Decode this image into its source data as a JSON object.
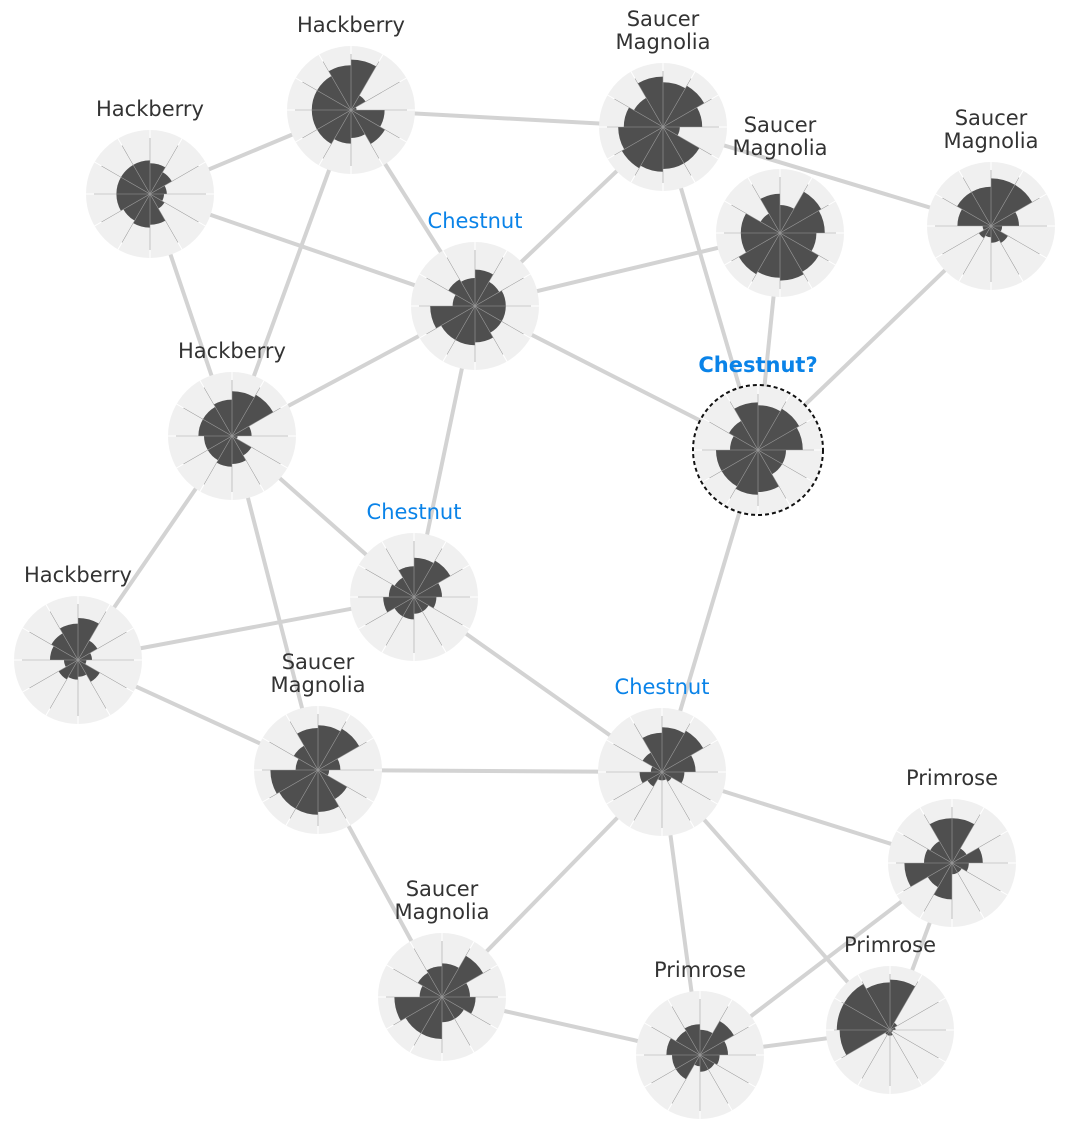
{
  "colors": {
    "edge": "#d3d3d3",
    "node_bg": "#f0f0f0",
    "wedge": "#4f4f4f",
    "label_default": "#333333",
    "label_highlight": "#0a83e8",
    "target_ring": "#111111"
  },
  "nodes": [
    {
      "id": "hb1",
      "label": [
        "Hackberry"
      ],
      "kind": "plain",
      "wedges": [
        0.55,
        0.45,
        0.3,
        0.25,
        0.3,
        0.55,
        0.6,
        0.55,
        0.6,
        0.6,
        0.6,
        0.6
      ]
    },
    {
      "id": "hb2",
      "label": [
        "Hackberry"
      ],
      "kind": "plain",
      "wedges": [
        0.9,
        0.3,
        0.1,
        0.6,
        0.7,
        0.5,
        0.6,
        0.7,
        0.7,
        0.7,
        0.7,
        0.8
      ]
    },
    {
      "id": "sm1",
      "label": [
        "Saucer",
        "Magnolia"
      ],
      "kind": "plain",
      "wedges": [
        0.8,
        0.85,
        0.7,
        0.3,
        0.75,
        0.75,
        0.8,
        0.85,
        0.8,
        0.7,
        0.6,
        0.9
      ]
    },
    {
      "id": "sm2",
      "label": [
        "Saucer",
        "Magnolia"
      ],
      "kind": "plain",
      "wedges": [
        0.5,
        0.85,
        0.8,
        0.65,
        0.8,
        0.85,
        0.8,
        0.85,
        0.7,
        0.7,
        0.4,
        0.7
      ]
    },
    {
      "id": "sm3",
      "label": [
        "Saucer",
        "Magnolia"
      ],
      "kind": "plain",
      "wedges": [
        0.85,
        0.85,
        0.5,
        0.2,
        0.35,
        0.3,
        0.2,
        0.25,
        0.15,
        0.6,
        0.7,
        0.7
      ]
    },
    {
      "id": "ch1",
      "label": [
        "Chestnut"
      ],
      "kind": "labeled",
      "wedges": [
        0.65,
        0.5,
        0.55,
        0.55,
        0.55,
        0.65,
        0.7,
        0.7,
        0.8,
        0.4,
        0.55,
        0.5
      ]
    },
    {
      "id": "hb3",
      "label": [
        "Hackberry"
      ],
      "kind": "plain",
      "wedges": [
        0.8,
        0.85,
        0.35,
        0.1,
        0.4,
        0.5,
        0.55,
        0.5,
        0.5,
        0.6,
        0.6,
        0.65
      ]
    },
    {
      "id": "target",
      "label": [
        "Chestnut?"
      ],
      "kind": "target",
      "wedges": [
        0.8,
        0.85,
        0.8,
        0.5,
        0.5,
        0.75,
        0.8,
        0.75,
        0.75,
        0.5,
        0.6,
        0.85
      ]
    },
    {
      "id": "ch2",
      "label": [
        "Chestnut"
      ],
      "kind": "labeled",
      "wedges": [
        0.7,
        0.75,
        0.5,
        0.4,
        0.3,
        0.3,
        0.4,
        0.4,
        0.55,
        0.45,
        0.4,
        0.55
      ]
    },
    {
      "id": "hb4",
      "label": [
        "Hackberry"
      ],
      "kind": "plain",
      "wedges": [
        0.75,
        0.4,
        0.25,
        0.15,
        0.45,
        0.3,
        0.35,
        0.4,
        0.25,
        0.5,
        0.55,
        0.65
      ]
    },
    {
      "id": "sm4",
      "label": [
        "Saucer",
        "Magnolia"
      ],
      "kind": "plain",
      "wedges": [
        0.8,
        0.85,
        0.4,
        0.2,
        0.6,
        0.75,
        0.8,
        0.8,
        0.85,
        0.4,
        0.5,
        0.75
      ]
    },
    {
      "id": "ch3",
      "label": [
        "Chestnut"
      ],
      "kind": "labeled",
      "wedges": [
        0.8,
        0.85,
        0.6,
        0.4,
        0.2,
        0.15,
        0.15,
        0.3,
        0.4,
        0.2,
        0.4,
        0.7
      ]
    },
    {
      "id": "pr1",
      "label": [
        "Primrose"
      ],
      "kind": "plain",
      "wedges": [
        0.8,
        0.3,
        0.55,
        0.3,
        0.2,
        0.2,
        0.65,
        0.5,
        0.85,
        0.5,
        0.45,
        0.8
      ]
    },
    {
      "id": "sm5",
      "label": [
        "Saucer",
        "Magnolia"
      ],
      "kind": "plain",
      "wedges": [
        0.6,
        0.85,
        0.5,
        0.6,
        0.45,
        0.45,
        0.75,
        0.75,
        0.85,
        0.4,
        0.5,
        0.55
      ]
    },
    {
      "id": "pr2",
      "label": [
        "Primrose"
      ],
      "kind": "plain",
      "wedges": [
        0.45,
        0.7,
        0.5,
        0.35,
        0.3,
        0.3,
        0.2,
        0.5,
        0.5,
        0.6,
        0.5,
        0.55
      ]
    },
    {
      "id": "pr3",
      "label": [
        "Primrose"
      ],
      "kind": "plain",
      "wedges": [
        0.9,
        0.15,
        0.1,
        0.05,
        0.05,
        0.1,
        0.1,
        0.1,
        0.9,
        0.95,
        0.95,
        0.85
      ]
    }
  ],
  "edges": [
    [
      "hb1",
      "hb2"
    ],
    [
      "hb1",
      "ch1"
    ],
    [
      "hb1",
      "hb3"
    ],
    [
      "hb2",
      "sm1"
    ],
    [
      "hb2",
      "ch1"
    ],
    [
      "hb2",
      "hb3"
    ],
    [
      "sm1",
      "ch1"
    ],
    [
      "sm1",
      "sm3"
    ],
    [
      "sm1",
      "target"
    ],
    [
      "sm2",
      "ch1"
    ],
    [
      "sm2",
      "target"
    ],
    [
      "sm3",
      "target"
    ],
    [
      "ch1",
      "hb3"
    ],
    [
      "ch1",
      "ch2"
    ],
    [
      "ch1",
      "target"
    ],
    [
      "hb3",
      "ch2"
    ],
    [
      "hb3",
      "hb4"
    ],
    [
      "hb3",
      "sm4"
    ],
    [
      "target",
      "ch3"
    ],
    [
      "ch2",
      "hb4"
    ],
    [
      "ch2",
      "ch3"
    ],
    [
      "hb4",
      "sm4"
    ],
    [
      "sm4",
      "ch3"
    ],
    [
      "sm4",
      "sm5"
    ],
    [
      "ch3",
      "pr1"
    ],
    [
      "ch3",
      "sm5"
    ],
    [
      "ch3",
      "pr2"
    ],
    [
      "ch3",
      "pr3"
    ],
    [
      "pr1",
      "pr2"
    ],
    [
      "pr1",
      "pr3"
    ],
    [
      "sm5",
      "pr2"
    ],
    [
      "pr2",
      "pr3"
    ]
  ]
}
